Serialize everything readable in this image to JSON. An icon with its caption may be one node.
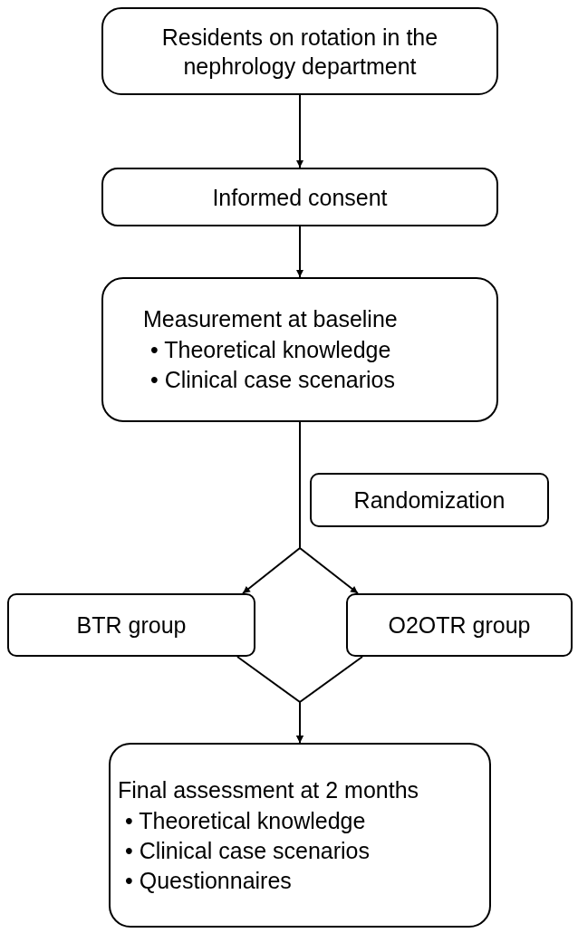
{
  "diagram": {
    "nodes": [
      {
        "text": [
          "Residents on rotation in the nephrology department"
        ]
      },
      {
        "text": [
          "Informed consent"
        ]
      },
      {
        "text": [
          "Measurement at baseline",
          "• Theoretical knowledge",
          "• Clinical case scenarios"
        ]
      },
      {
        "text": [
          "Randomization"
        ]
      },
      {
        "text": [
          "BTR group"
        ]
      },
      {
        "text": [
          "O2OTR group"
        ]
      },
      {
        "text": [
          "Final assessment at 2 months",
          "• Theoretical knowledge",
          "• Clinical case scenarios",
          "• Questionnaires"
        ]
      }
    ],
    "edges": [
      {
        "from": 0,
        "to": 1,
        "arrow": "to"
      },
      {
        "from": 1,
        "to": 2,
        "arrow": "to"
      },
      {
        "from": 2,
        "to": 4,
        "arrow": "to"
      },
      {
        "from": 2,
        "to": 5,
        "arrow": "to"
      },
      {
        "from": 4,
        "to": 6,
        "arrow": "to"
      },
      {
        "from": 5,
        "to": 6,
        "arrow": "to"
      }
    ]
  }
}
